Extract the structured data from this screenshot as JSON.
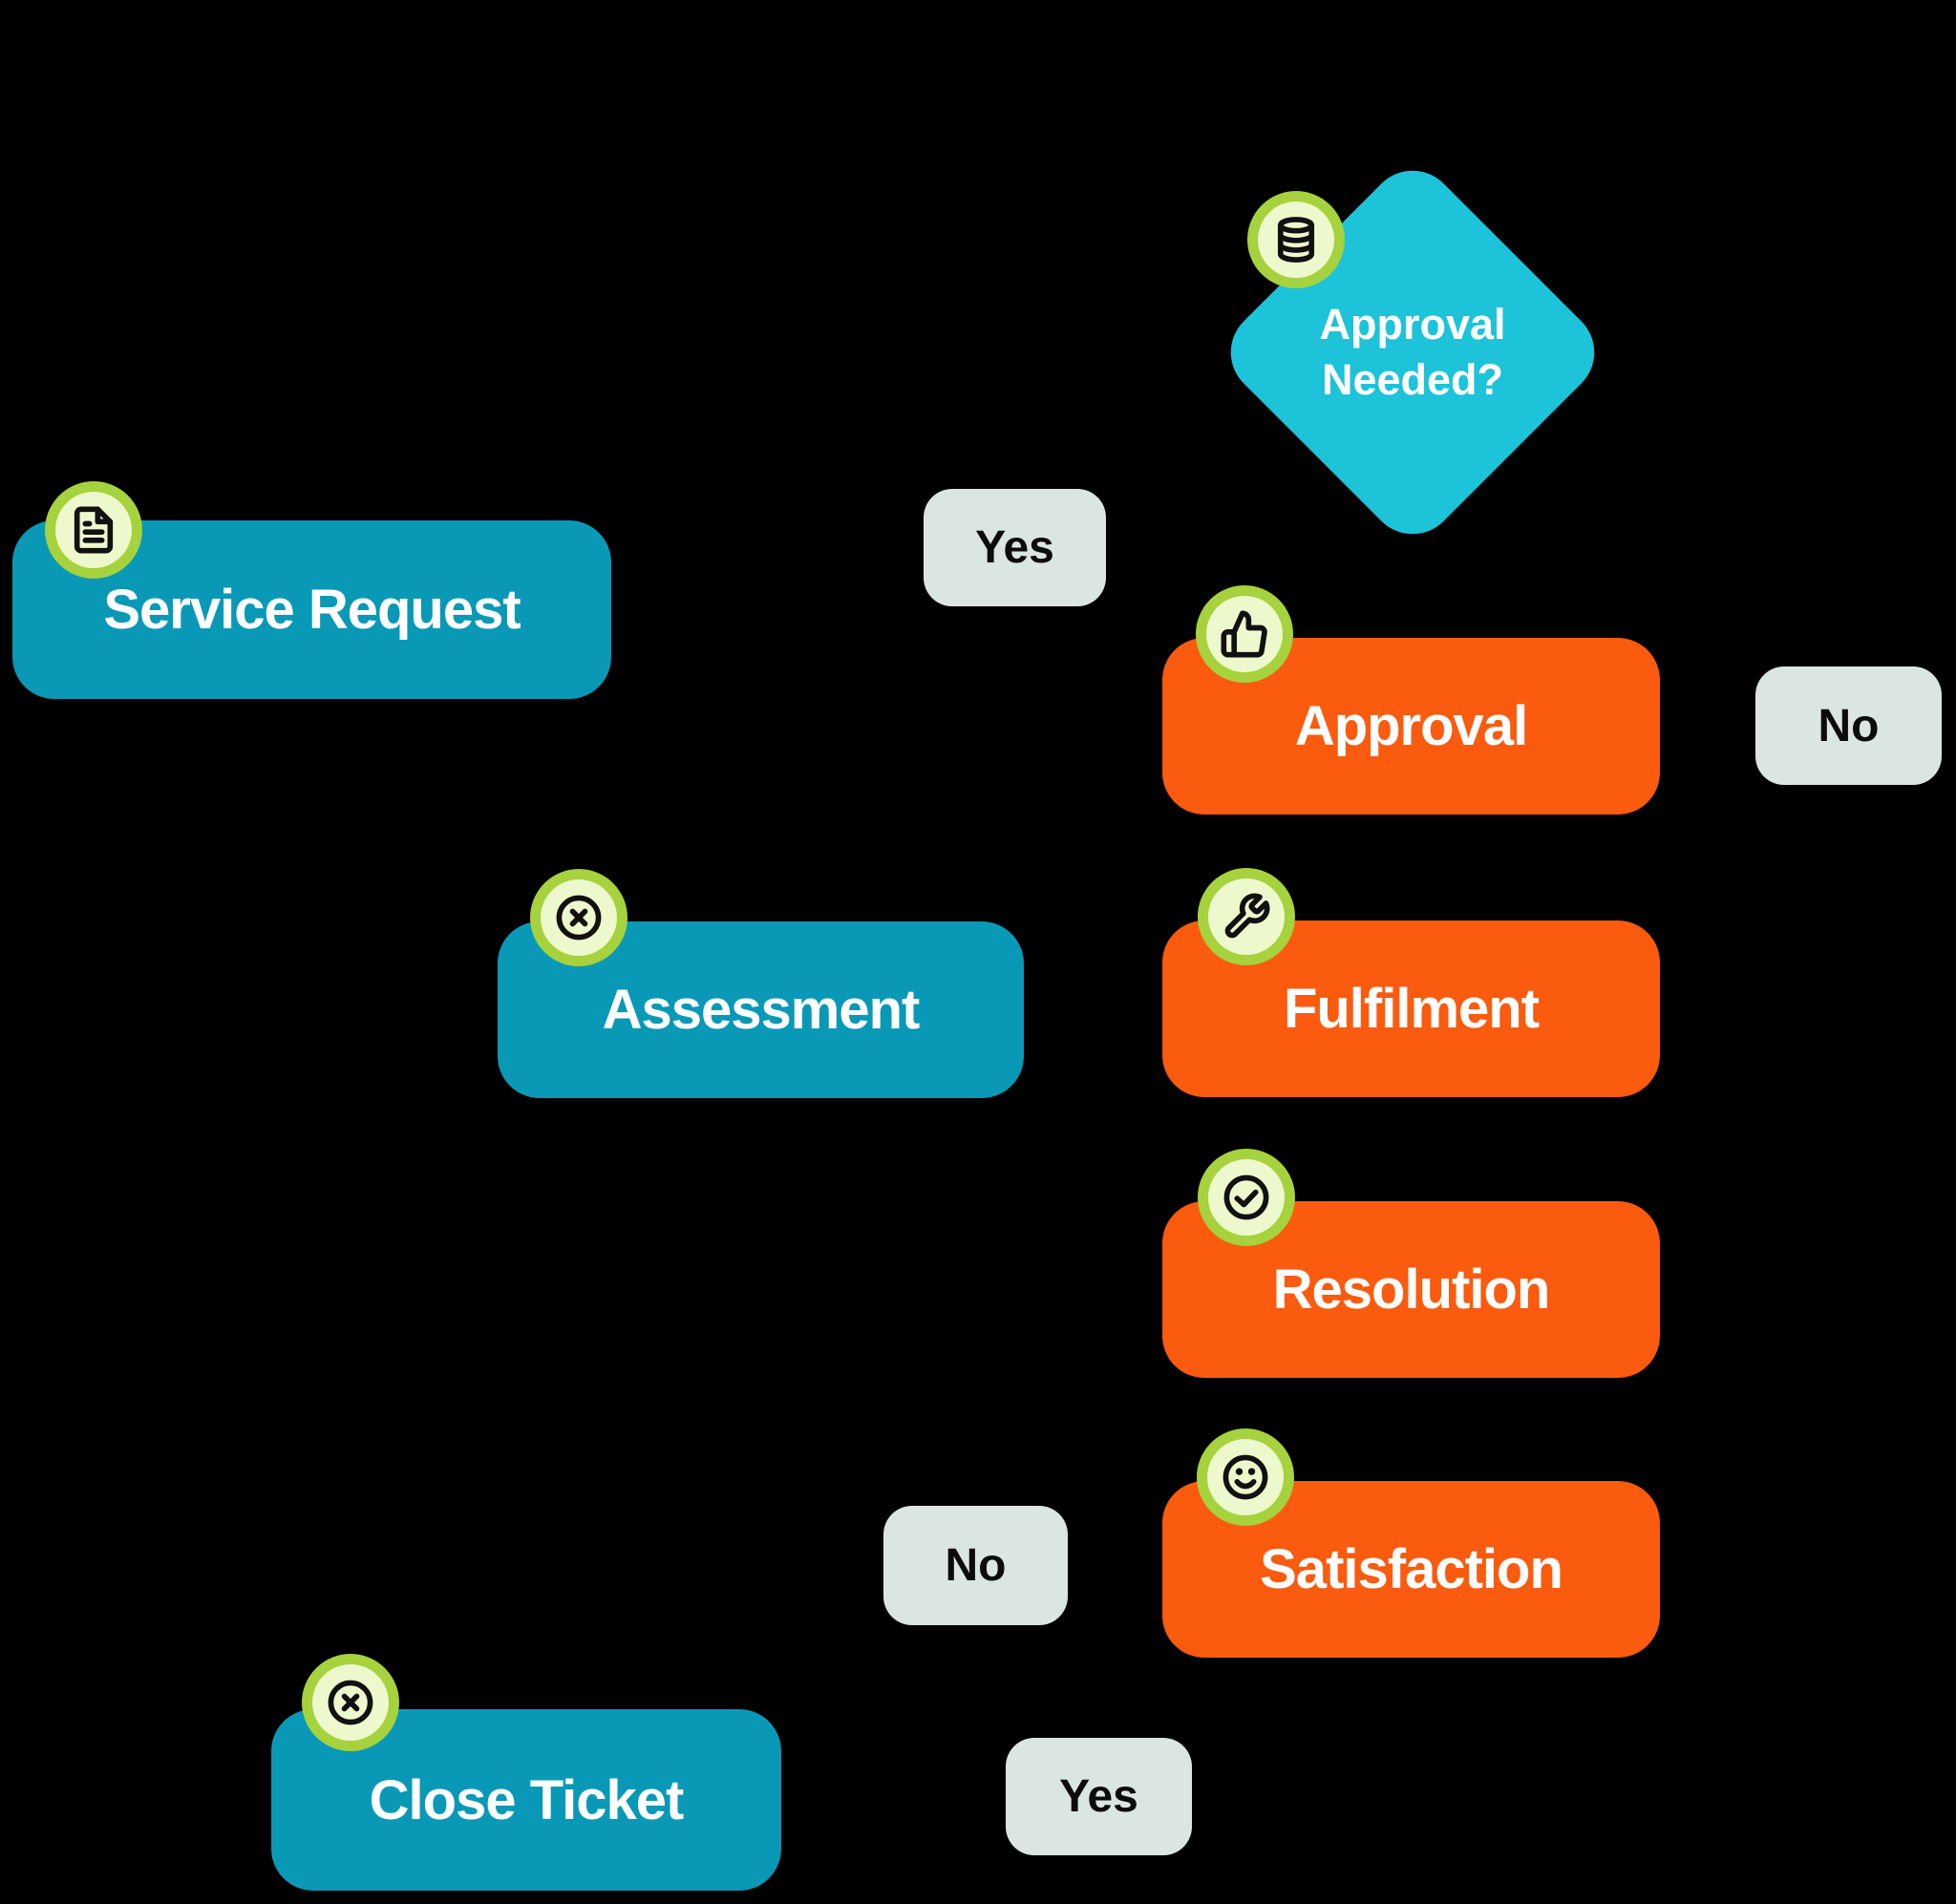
{
  "flowchart": {
    "background": "#000000",
    "badge": {
      "fill": "#edf8cc",
      "ring": "#a5d23d",
      "icon_color": "#111111"
    },
    "colors": {
      "teal": "#0999b6",
      "cyan": "#1dc3d8",
      "orange": "#fa5b0f",
      "edge_label_bg": "#dbe5e1"
    },
    "nodes": [
      {
        "id": "approval-needed",
        "type": "decision",
        "label": "Approval Needed?",
        "fill": "#1dc3d8",
        "icon": "database-icon"
      },
      {
        "id": "service-request",
        "type": "process",
        "label": "Service Request",
        "fill": "#0999b6",
        "icon": "document-icon"
      },
      {
        "id": "edge-yes-top",
        "type": "edge-label",
        "label": "Yes",
        "fill": "#dbe5e1"
      },
      {
        "id": "approval",
        "type": "process",
        "label": "Approval",
        "fill": "#fa5b0f",
        "icon": "thumbs-up-icon"
      },
      {
        "id": "edge-no-right",
        "type": "edge-label",
        "label": "No",
        "fill": "#dbe5e1"
      },
      {
        "id": "assessment",
        "type": "process",
        "label": "Assessment",
        "fill": "#0999b6",
        "icon": "x-circle-icon"
      },
      {
        "id": "fulfilment",
        "type": "process",
        "label": "Fulfilment",
        "fill": "#fa5b0f",
        "icon": "wrench-icon"
      },
      {
        "id": "resolution",
        "type": "process",
        "label": "Resolution",
        "fill": "#fa5b0f",
        "icon": "check-circle-icon"
      },
      {
        "id": "edge-no-left",
        "type": "edge-label",
        "label": "No",
        "fill": "#dbe5e1"
      },
      {
        "id": "satisfaction",
        "type": "process",
        "label": "Satisfaction",
        "fill": "#fa5b0f",
        "icon": "smile-icon"
      },
      {
        "id": "close-ticket",
        "type": "process",
        "label": "Close Ticket",
        "fill": "#0999b6",
        "icon": "x-circle-icon"
      },
      {
        "id": "edge-yes-bottom",
        "type": "edge-label",
        "label": "Yes",
        "fill": "#dbe5e1"
      }
    ]
  }
}
